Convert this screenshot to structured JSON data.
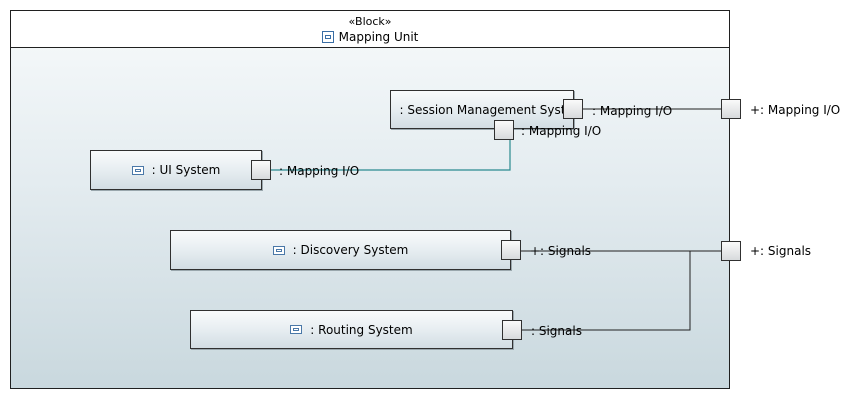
{
  "block": {
    "stereotype": "«Block»",
    "title": "Mapping Unit"
  },
  "parts": {
    "session": ": Session Management System",
    "ui": ": UI System",
    "discovery": ": Discovery System",
    "routing": ": Routing System"
  },
  "ports": {
    "session_right": ": Mapping I/O",
    "session_bottom": ": Mapping I/O",
    "ui": ": Mapping I/O",
    "discovery": "+: Signals",
    "routing": ": Signals",
    "boundary_mapping": "+: Mapping I/O",
    "boundary_signals": "+: Signals"
  },
  "colors": {
    "connector_teal": "#2a8a8f",
    "connector_dark": "#202020",
    "part_icon": "#4a78a8"
  },
  "icons": {
    "block": "block-icon",
    "part": "part-icon"
  }
}
